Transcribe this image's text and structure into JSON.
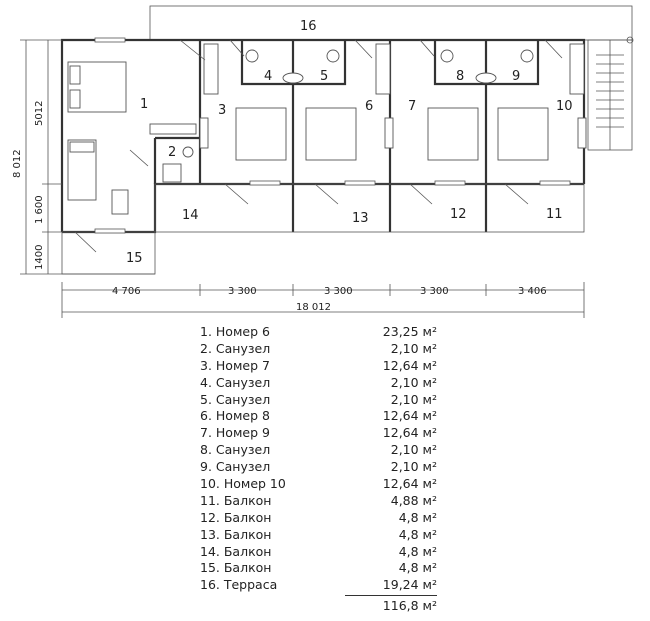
{
  "plan": {
    "room_labels": [
      "1",
      "2",
      "3",
      "4",
      "5",
      "6",
      "7",
      "8",
      "9",
      "10",
      "11",
      "12",
      "13",
      "14",
      "15",
      "16"
    ],
    "dimensions": {
      "left_total": "8 012",
      "left_top": "5012",
      "left_mid": "1 600",
      "left_bottom": "1400",
      "bottom_segments": [
        "4 706",
        "3 300",
        "3 300",
        "3 300",
        "3 406"
      ],
      "bottom_total": "18 012"
    }
  },
  "legend": {
    "rows": [
      {
        "name": "1. Номер 6",
        "area": "23,25 м²"
      },
      {
        "name": "2. Санузел",
        "area": "2,10 м²"
      },
      {
        "name": "3. Номер 7",
        "area": "12,64 м²"
      },
      {
        "name": "4. Санузел",
        "area": "2,10 м²"
      },
      {
        "name": "5. Санузел",
        "area": "2,10 м²"
      },
      {
        "name": "6. Номер 8",
        "area": "12,64 м²"
      },
      {
        "name": "7. Номер 9",
        "area": "12,64 м²"
      },
      {
        "name": "8. Санузел",
        "area": "2,10 м²"
      },
      {
        "name": "9. Санузел",
        "area": "2,10 м²"
      },
      {
        "name": "10. Номер 10",
        "area": "12,64 м²"
      },
      {
        "name": "11. Балкон",
        "area": "4,88 м²"
      },
      {
        "name": "12. Балкон",
        "area": "4,8 м²"
      },
      {
        "name": "13. Балкон",
        "area": "4,8 м²"
      },
      {
        "name": "14. Балкон",
        "area": "4,8 м²"
      },
      {
        "name": "15. Балкон",
        "area": "4,8 м²"
      },
      {
        "name": "16. Терраса",
        "area": "19,24 м²"
      }
    ],
    "total": "116,8 м²"
  }
}
